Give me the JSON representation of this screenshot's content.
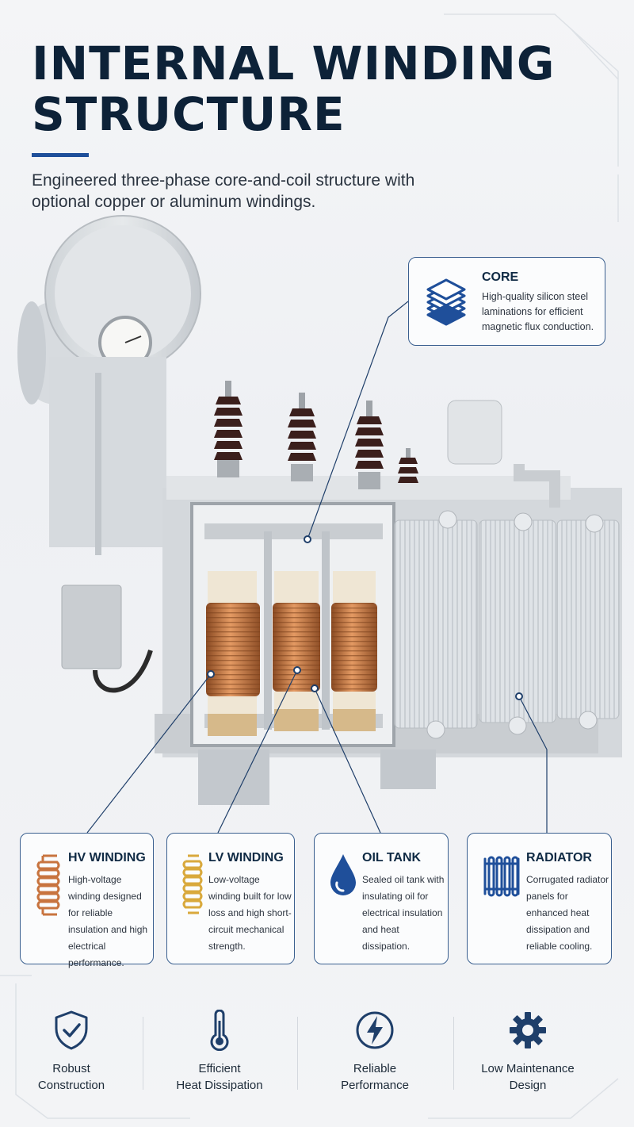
{
  "title": {
    "line1": "INTERNAL WINDING",
    "line2": "STRUCTURE"
  },
  "subtitle": "Engineered three-phase core-and-coil structure with optional copper or aluminum windings.",
  "colors": {
    "navy": "#0d2238",
    "accent_blue": "#1f4f9a",
    "copper": "#c8743f",
    "lv_gold": "#d9a93c",
    "callout_border": "#3a5f8f"
  },
  "callouts": {
    "core": {
      "icon": "core-laminations-icon",
      "title": "CORE",
      "text": "High-quality silicon steel laminations for efficient magnetic flux conduction."
    },
    "hv_winding": {
      "icon": "hv-coil-icon",
      "title": "HV WINDING",
      "text": "High-voltage winding designed for reliable insulation and high electrical performance."
    },
    "lv_winding": {
      "icon": "lv-coil-icon",
      "title": "LV WINDING",
      "text": "Low-voltage winding built for low loss and high short-circuit mechanical strength."
    },
    "oil_tank": {
      "icon": "oil-drop-icon",
      "title": "OIL TANK",
      "text": "Sealed oil tank with insulating oil for electrical insulation and heat dissipation."
    },
    "radiator": {
      "icon": "radiator-icon",
      "title": "RADIATOR",
      "text": "Corrugated radiator panels for enhanced heat dissipation and reliable cooling."
    }
  },
  "features": [
    {
      "icon": "shield-check-icon",
      "line1": "Robust",
      "line2": "Construction"
    },
    {
      "icon": "thermometer-icon",
      "line1": "Efficient",
      "line2": "Heat Dissipation"
    },
    {
      "icon": "lightning-icon",
      "line1": "Reliable",
      "line2": "Performance"
    },
    {
      "icon": "gear-icon",
      "line1": "Low Maintenance",
      "line2": "Design"
    }
  ]
}
